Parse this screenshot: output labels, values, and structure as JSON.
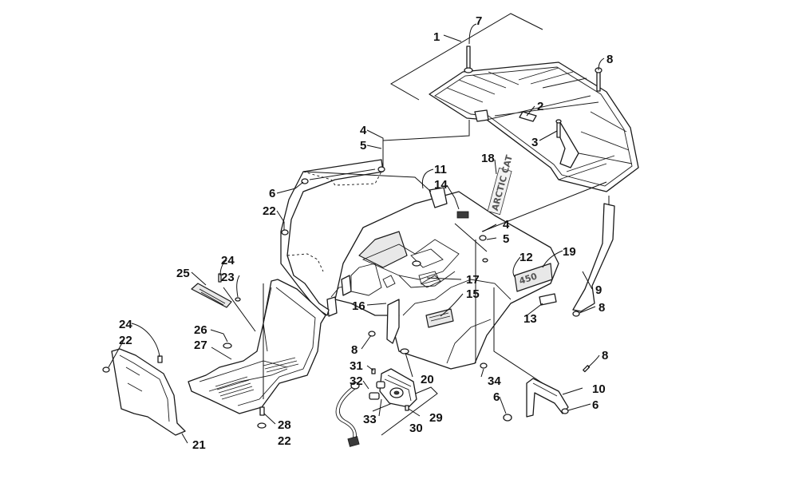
{
  "callouts": [
    {
      "id": "c1",
      "label": "1"
    },
    {
      "id": "c7",
      "label": "7"
    },
    {
      "id": "c8a",
      "label": "8"
    },
    {
      "id": "c2",
      "label": "2"
    },
    {
      "id": "c3",
      "label": "3"
    },
    {
      "id": "c4a",
      "label": "4"
    },
    {
      "id": "c5a",
      "label": "5"
    },
    {
      "id": "c18",
      "label": "18"
    },
    {
      "id": "c6a",
      "label": "6"
    },
    {
      "id": "c11",
      "label": "11"
    },
    {
      "id": "c14",
      "label": "14"
    },
    {
      "id": "c22a",
      "label": "22"
    },
    {
      "id": "c4b",
      "label": "4"
    },
    {
      "id": "c5b",
      "label": "5"
    },
    {
      "id": "c24a",
      "label": "24"
    },
    {
      "id": "c25",
      "label": "25"
    },
    {
      "id": "c23",
      "label": "23"
    },
    {
      "id": "c12",
      "label": "12"
    },
    {
      "id": "c19",
      "label": "19"
    },
    {
      "id": "c17",
      "label": "17"
    },
    {
      "id": "c15",
      "label": "15"
    },
    {
      "id": "c9",
      "label": "9"
    },
    {
      "id": "c16",
      "label": "16"
    },
    {
      "id": "c8b",
      "label": "8"
    },
    {
      "id": "c13",
      "label": "13"
    },
    {
      "id": "c24b",
      "label": "24"
    },
    {
      "id": "c26",
      "label": "26"
    },
    {
      "id": "c22b",
      "label": "22"
    },
    {
      "id": "c8c",
      "label": "8"
    },
    {
      "id": "c27",
      "label": "27"
    },
    {
      "id": "c8d",
      "label": "8"
    },
    {
      "id": "c31",
      "label": "31"
    },
    {
      "id": "c20",
      "label": "20"
    },
    {
      "id": "c32",
      "label": "32"
    },
    {
      "id": "c34",
      "label": "34"
    },
    {
      "id": "c10",
      "label": "10"
    },
    {
      "id": "c6b",
      "label": "6"
    },
    {
      "id": "c6c",
      "label": "6"
    },
    {
      "id": "c33",
      "label": "33"
    },
    {
      "id": "c29",
      "label": "29"
    },
    {
      "id": "c28",
      "label": "28"
    },
    {
      "id": "c30",
      "label": "30"
    },
    {
      "id": "c22c",
      "label": "22"
    },
    {
      "id": "c21",
      "label": "21"
    }
  ],
  "decals": {
    "model_number": "450",
    "brand_decal": "ARCTIC CAT"
  }
}
